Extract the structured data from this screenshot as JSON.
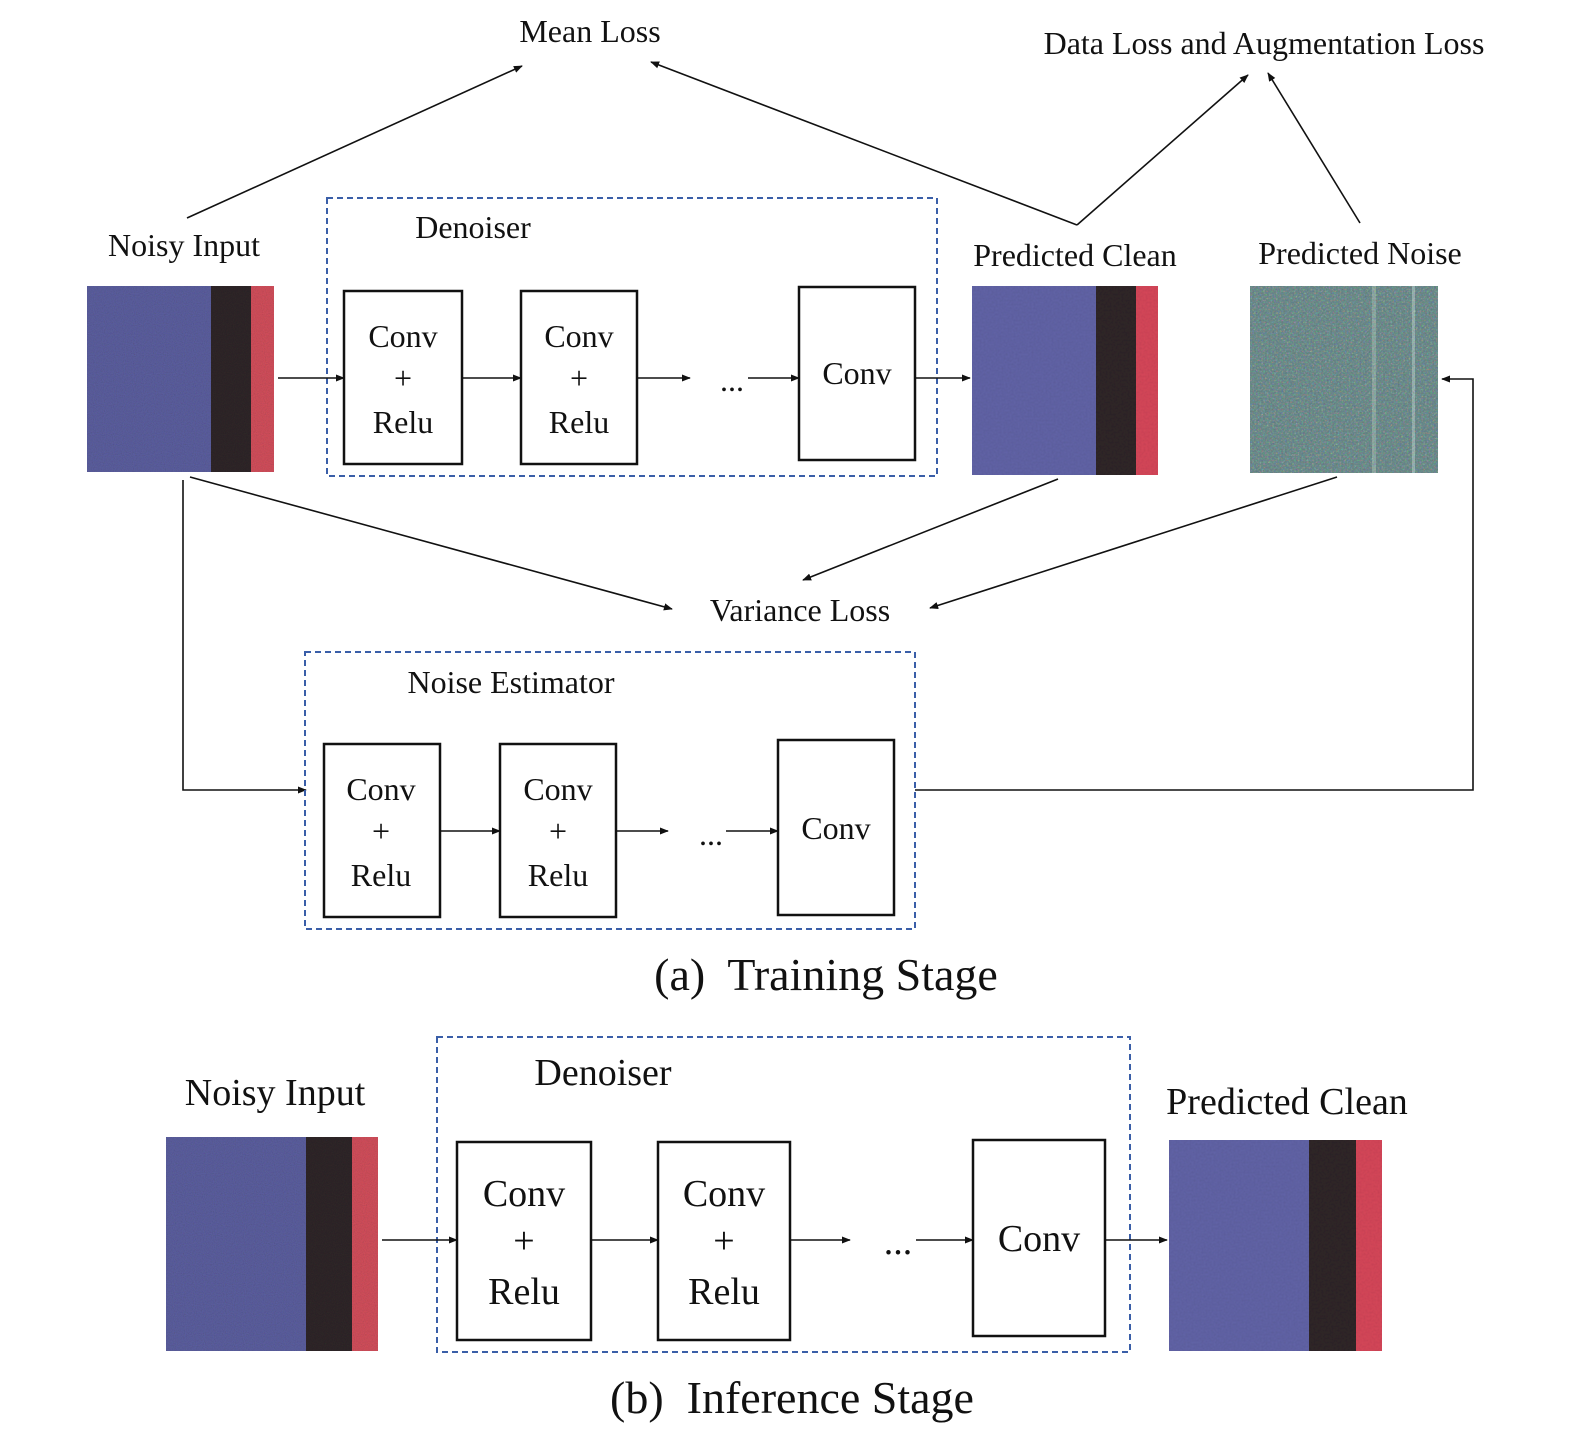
{
  "training": {
    "top_losses": {
      "mean_loss": "Mean Loss",
      "data_aug_loss": "Data Loss and Augmentation Loss"
    },
    "noisy_input": "Noisy Input",
    "denoiser": {
      "title": "Denoiser",
      "block1": [
        "Conv",
        "+",
        "Relu"
      ],
      "block2": [
        "Conv",
        "+",
        "Relu"
      ],
      "ellipsis": "...",
      "last": "Conv"
    },
    "predicted_clean": "Predicted Clean",
    "predicted_noise": "Predicted Noise",
    "variance_loss": "Variance Loss",
    "noise_estimator": {
      "title": "Noise Estimator",
      "block1": [
        "Conv",
        "+",
        "Relu"
      ],
      "block2": [
        "Conv",
        "+",
        "Relu"
      ],
      "ellipsis": "...",
      "last": "Conv"
    },
    "caption": "(a)  Training Stage"
  },
  "inference": {
    "noisy_input": "Noisy Input",
    "denoiser": {
      "title": "Denoiser",
      "block1": [
        "Conv",
        "+",
        "Relu"
      ],
      "block2": [
        "Conv",
        "+",
        "Relu"
      ],
      "ellipsis": "...",
      "last": "Conv"
    },
    "predicted_clean": "Predicted Clean",
    "caption": "(b)  Inference Stage"
  },
  "colors": {
    "image_blue": "#5c5f9f",
    "image_dark": "#2f2629",
    "image_red": "#d24f5c",
    "noise_teal": "#6b8a8a",
    "dashed_border": "#3a5ea8"
  }
}
